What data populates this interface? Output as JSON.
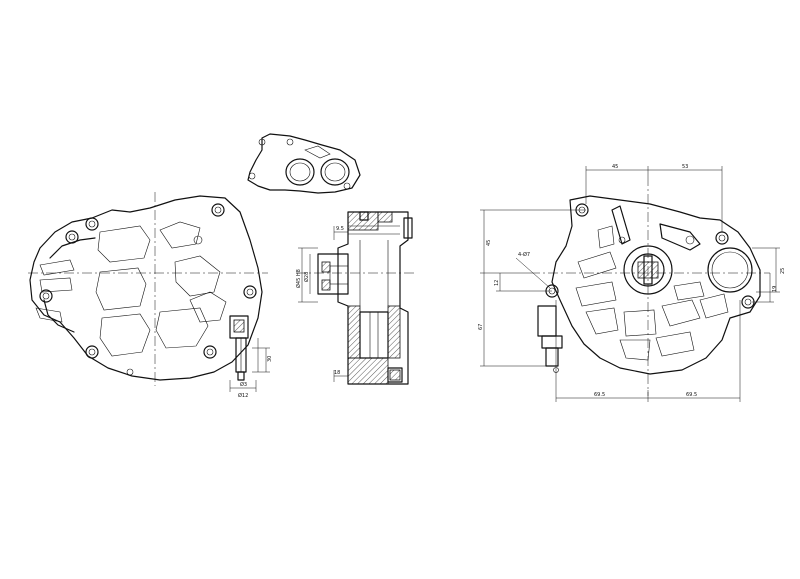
{
  "drawing": {
    "left_view_labels": {
      "dia_12": "Ø12",
      "len_30": "30",
      "dia_small": "Ø3"
    },
    "section_view_labels": {
      "dim_9_5": "9.5",
      "dia_28": "Ø28",
      "dia_45": "Ø45 H8",
      "dim_18": "18"
    },
    "right_view_labels": {
      "dim_45_top": "45",
      "dim_53_top": "53",
      "dim_45_left": "45",
      "dim_12_left": "12",
      "dim_67": "67",
      "holes": "4-Ø7",
      "dim_25": "25",
      "dim_19": "19",
      "dim_69_5_left": "69.5",
      "dim_69_5_right": "69.5"
    }
  }
}
